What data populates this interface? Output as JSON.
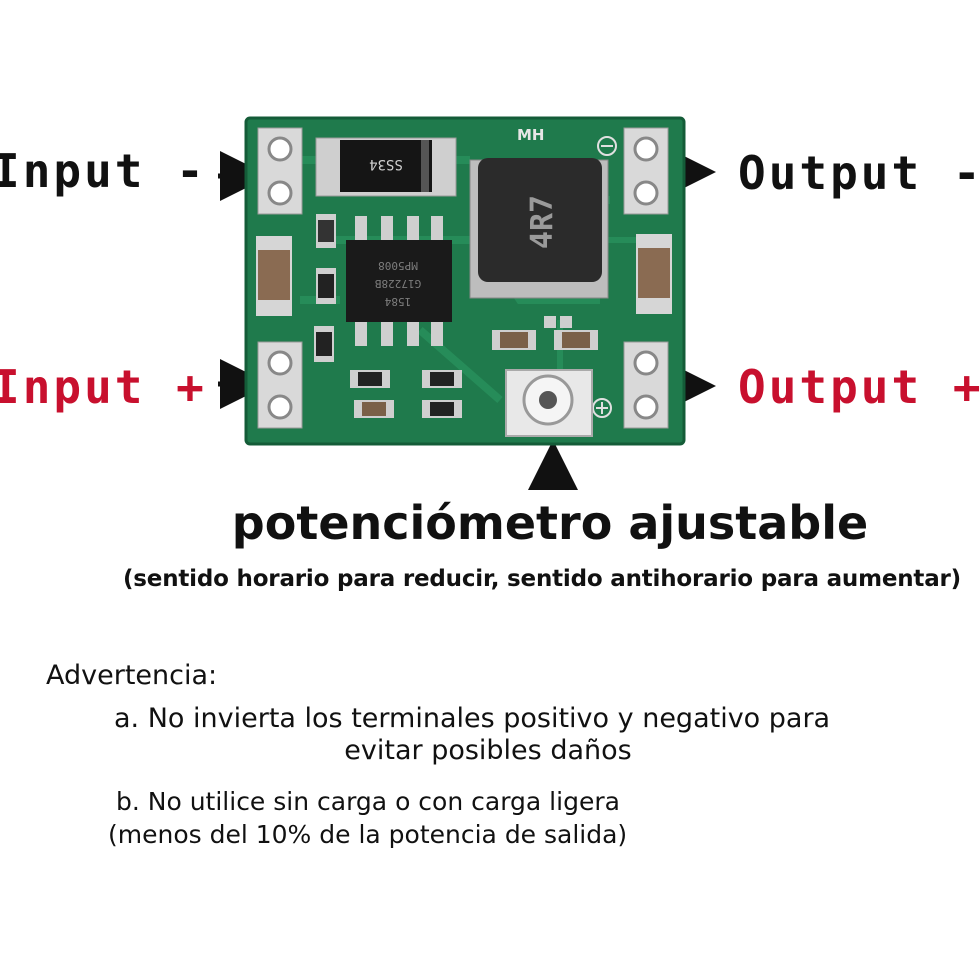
{
  "labels": {
    "input_neg": "Input -",
    "output_neg": "Output -",
    "input_pos": "Input +",
    "output_pos": "Output +"
  },
  "board": {
    "pcb_mark": "MH",
    "diode_text": "SS34",
    "inductor_text": "4R7",
    "ic_lines": [
      "MP5008",
      "G17228B",
      "1584"
    ],
    "colors": {
      "pcb": "#1f7a4c",
      "pcb_dark": "#145c38",
      "pad": "#d9d9d9",
      "ic": "#1a1a1a"
    }
  },
  "potentiometer": {
    "title": "potenciómetro ajustable",
    "note": "(sentido horario para reducir, sentido antihorario para aumentar)"
  },
  "warning": {
    "title": "Advertencia:",
    "a_line1": "a. No invierta los terminales positivo y negativo para",
    "a_line2": "evitar posibles daños",
    "b_line1": "b. No utilice sin carga o con carga ligera",
    "b_line2": "(menos del 10% de la potencia de salida)"
  },
  "colors": {
    "positive_label": "#c8102e",
    "negative_label": "#111111"
  }
}
